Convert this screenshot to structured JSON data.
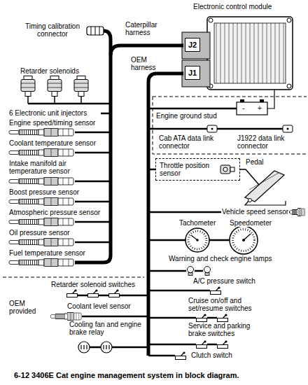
{
  "diagram": {
    "caption": "6-12 3406E Cat engine management system in block diagram.",
    "nodes": [
      {
        "text": [
          "Electronic control module"
        ]
      },
      {
        "text": [
          "J2"
        ],
        "in": 0
      },
      {
        "text": [
          "J1"
        ],
        "in": 0
      },
      {
        "text": [
          "Throttle position sensor"
        ]
      }
    ],
    "labels": [
      "Timing calibration connector",
      "Caterpillar harness",
      "OEM harness",
      "Retarder solenoids",
      "6 Electronic unit injectors",
      "Engine speed/timing sensor",
      "Coolant temperature sensor",
      "Intake manifold air temperature sensor",
      "Boost pressure sensor",
      "Atmospheric pressure sensor",
      "Oil pressure sensor",
      "Fuel temperature sensor",
      "Engine ground stud",
      "-",
      "+",
      "Cab ATA data link connector",
      "J1922 data link connector",
      "Pedal",
      "Vehicle speed sensor",
      "Tachometer",
      "Speedometer",
      "Warning and check engine lamps",
      "A/C pressure switch",
      "Cruise on/off and set/resume switches",
      "Service and parking brake switches",
      "Clutch switch",
      "Retarder solenoid switches",
      "OEM provided",
      "Coolant level sensor",
      "Cooling fan and engine brake relay"
    ]
  }
}
